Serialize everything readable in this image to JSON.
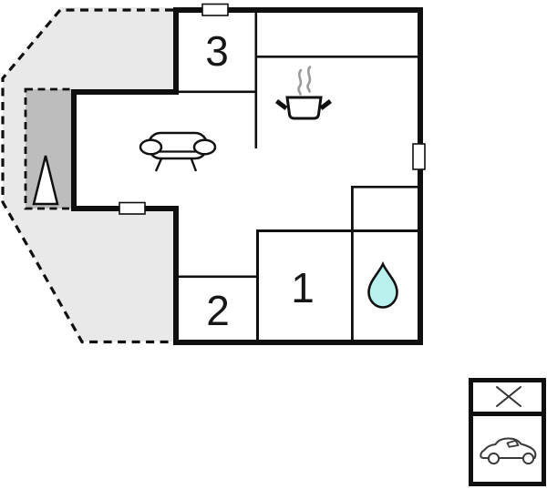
{
  "floorplan": {
    "rooms": {
      "room3": {
        "label": "3"
      },
      "room2": {
        "label": "2"
      },
      "room1": {
        "label": "1"
      }
    },
    "icons": {
      "sofa": "sofa-icon",
      "cooking_pot": "cooking-pot-icon",
      "steam": "steam-icon",
      "water_drop": "water-drop-icon",
      "fireplace_triangle": "fireplace-icon",
      "window": "window-icon",
      "car": "car-icon",
      "cross": "cross-icon"
    },
    "colors": {
      "wall": "#0f0f0f",
      "terrace": "#e9e9e9",
      "annex": "#bdbdbd",
      "water_drop": "#b9f1ee",
      "steam": "#9a9a9a",
      "car": "#3a3a3a",
      "window_fill": "#ffffff"
    }
  }
}
